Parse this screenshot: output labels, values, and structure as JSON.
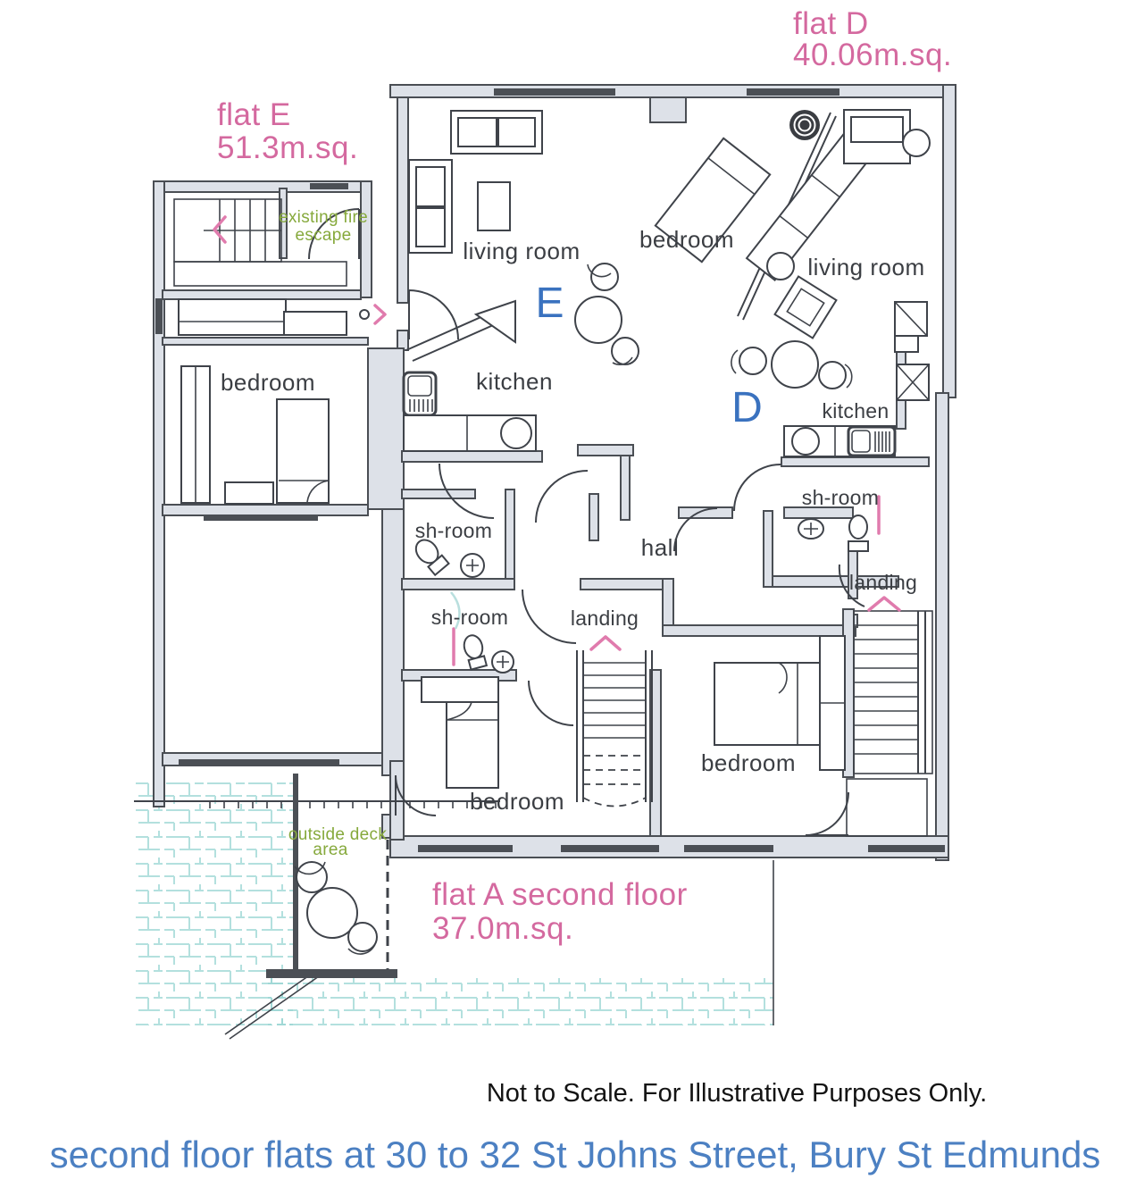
{
  "flats": {
    "e": {
      "name": "flat E",
      "area": "51.3m.sq.",
      "letter": "E"
    },
    "d": {
      "name": "flat D",
      "area": "40.06m.sq.",
      "letter": "D"
    },
    "a": {
      "name": "flat A second floor",
      "area": "37.0m.sq."
    }
  },
  "annotations": {
    "fire_escape_line1": "existing fire",
    "fire_escape_line2": "escape",
    "deck_line1": "outside deck",
    "deck_line2": "area"
  },
  "rooms": {
    "living_room_e": "living room",
    "kitchen_e": "kitchen",
    "bedroom_e": "bedroom",
    "sh_room_e": "sh-room",
    "hall": "hall",
    "bedroom_d": "bedroom",
    "living_room_d": "living room",
    "kitchen_d": "kitchen",
    "sh_room_d": "sh-room",
    "landing_d": "landing",
    "sh_room_a": "sh-room",
    "landing_a": "landing",
    "bedroom_a": "bedroom",
    "bedroom_d2": "bedroom"
  },
  "footer": {
    "disclaimer": "Not to Scale. For Illustrative Purposes Only.",
    "title": "second floor flats at 30 to 32 St Johns Street, Bury St Edmunds"
  },
  "colors": {
    "flat_label_pink": "#d4699f",
    "annotation_green": "#86a93c",
    "flat_letter_blue": "#3a72bf",
    "title_blue": "#4c80c2",
    "wall_fill": "#dde1e8",
    "window_dark": "#4b4f55",
    "hatch_cyan": "#9ad6d3",
    "arrow_pink": "#e07bad"
  }
}
